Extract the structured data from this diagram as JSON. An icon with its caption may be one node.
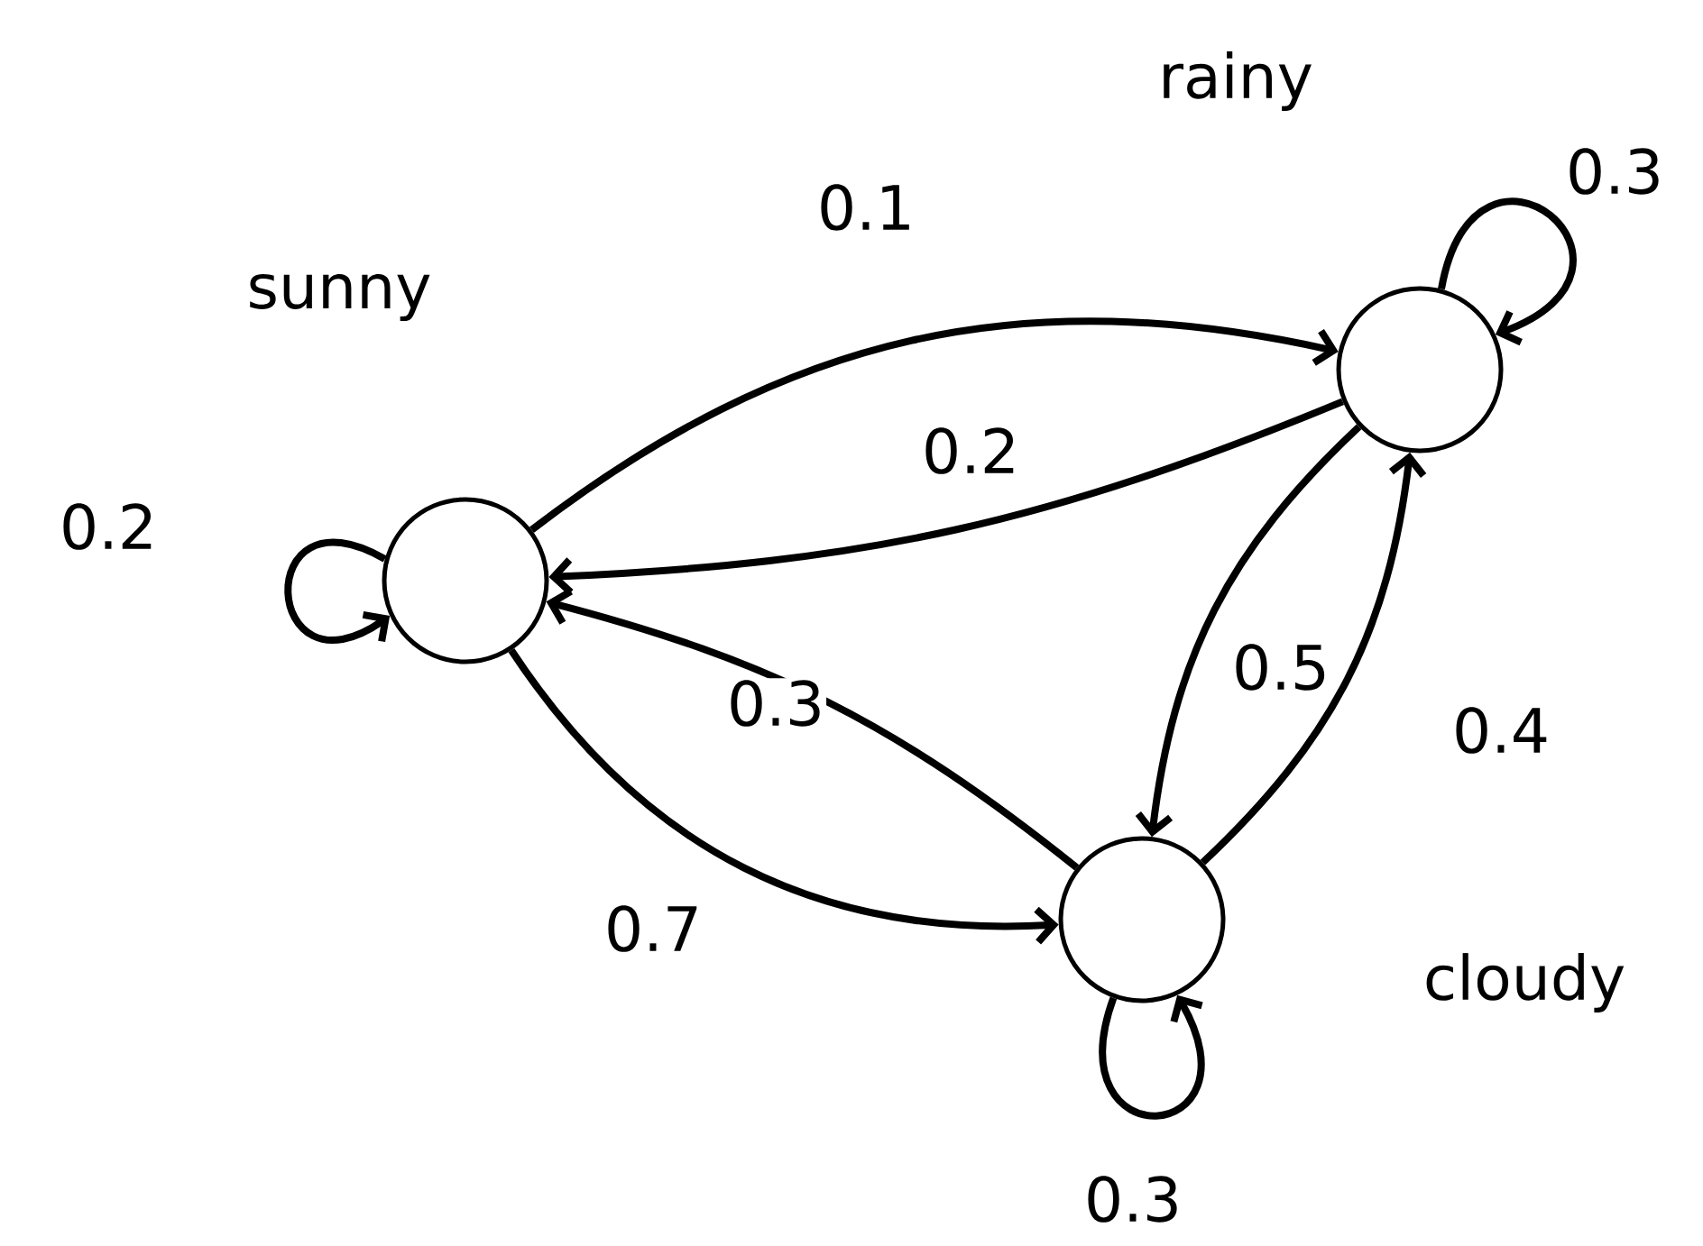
{
  "diagram": {
    "nodes": [
      {
        "text": [
          "rainy"
        ]
      },
      {
        "text": [
          "sunny"
        ]
      },
      {
        "text": [
          "cloudy"
        ]
      }
    ],
    "edges": [
      {
        "from": 1,
        "to": 0,
        "arrow": "to",
        "label": "0.1"
      },
      {
        "from": 0,
        "to": 1,
        "arrow": "to",
        "label": "0.2"
      },
      {
        "from": 1,
        "to": 1,
        "arrow": "to",
        "label": "0.2"
      },
      {
        "from": 0,
        "to": 0,
        "arrow": "to",
        "label": "0.3"
      },
      {
        "from": 2,
        "to": 1,
        "arrow": "to",
        "label": "0.3"
      },
      {
        "from": 0,
        "to": 2,
        "arrow": "to",
        "label": "0.5"
      },
      {
        "from": 2,
        "to": 0,
        "arrow": "to",
        "label": "0.4"
      },
      {
        "from": 1,
        "to": 2,
        "arrow": "to",
        "label": "0.7"
      },
      {
        "from": 2,
        "to": 2,
        "arrow": "to",
        "label": "0.3"
      }
    ]
  }
}
